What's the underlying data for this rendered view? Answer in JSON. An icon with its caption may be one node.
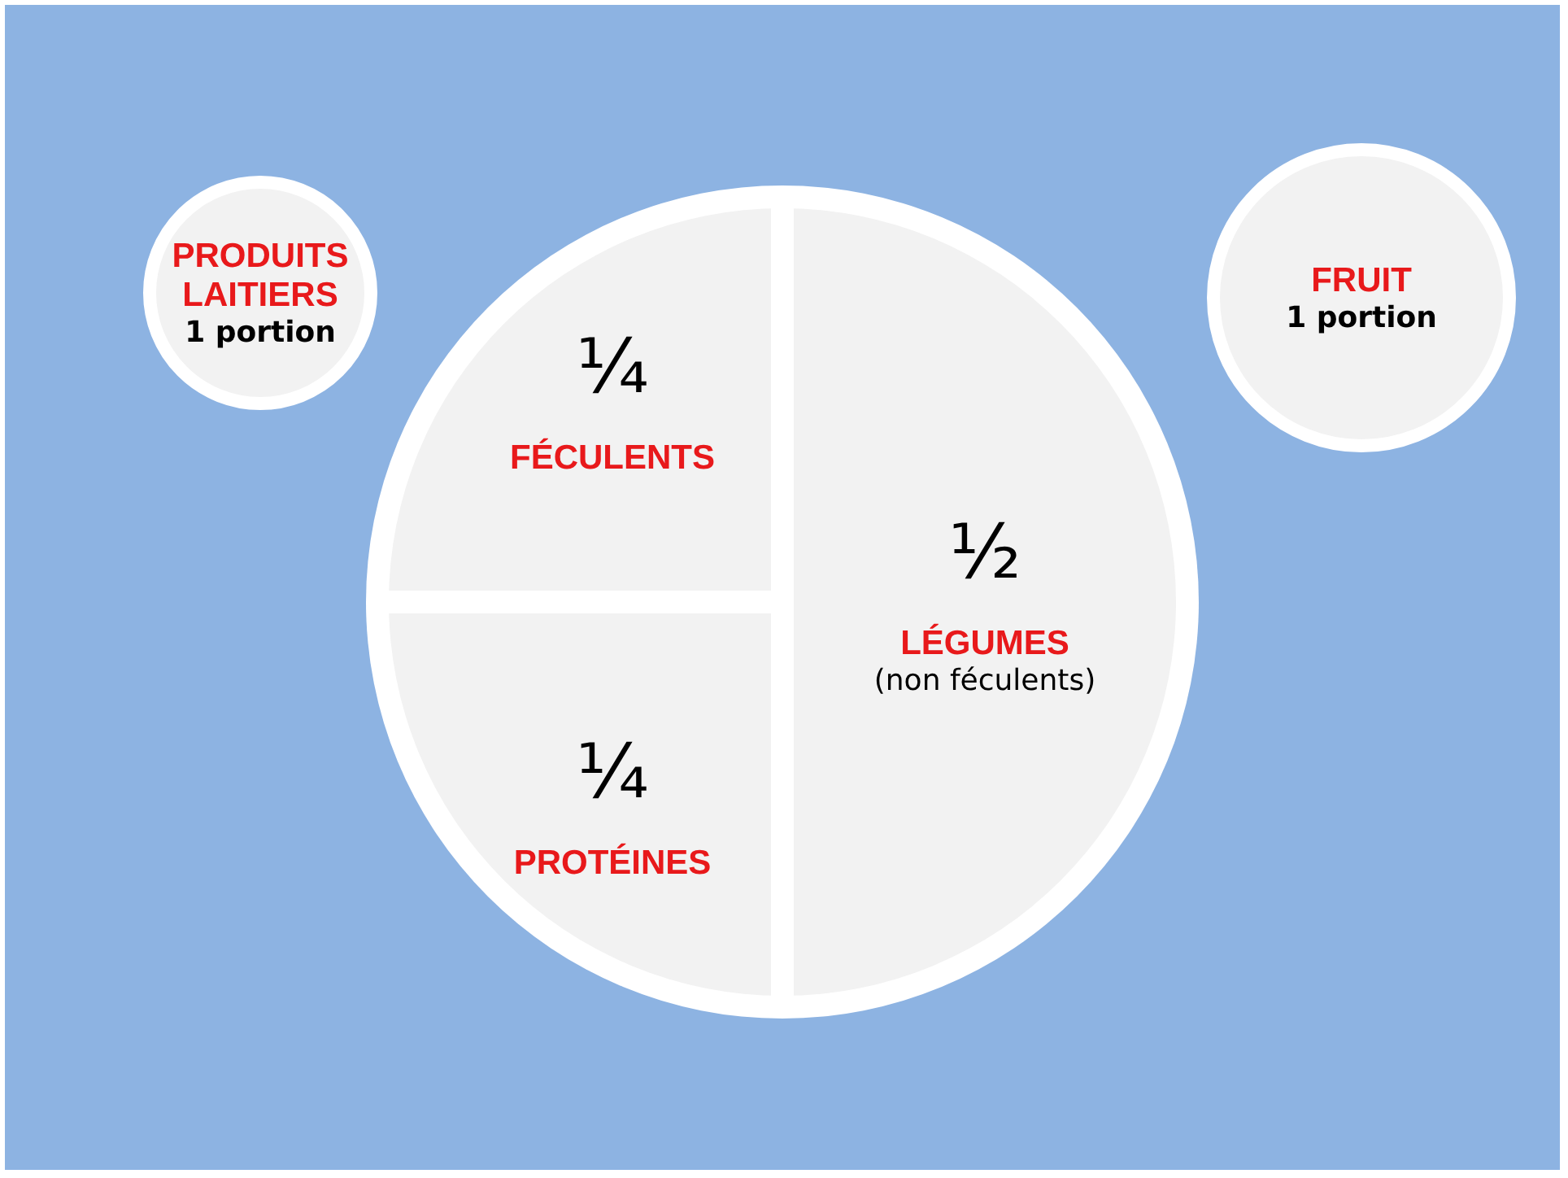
{
  "diagram": {
    "nodes": [
      {
        "text": [
          "PRODUITS LAITIERS",
          "1 portion"
        ]
      },
      {
        "text": [],
        "shape": "circle"
      },
      {
        "text": [
          "¼",
          "FÉCULENTS"
        ],
        "in": 1
      },
      {
        "text": [
          "¼",
          "PROTÉINES"
        ],
        "in": 1
      },
      {
        "text": [
          "½",
          "LÉGUMES",
          "(non féculents)"
        ],
        "in": 1
      },
      {
        "text": [
          "FRUIT",
          "1 portion"
        ]
      }
    ],
    "edges": []
  }
}
